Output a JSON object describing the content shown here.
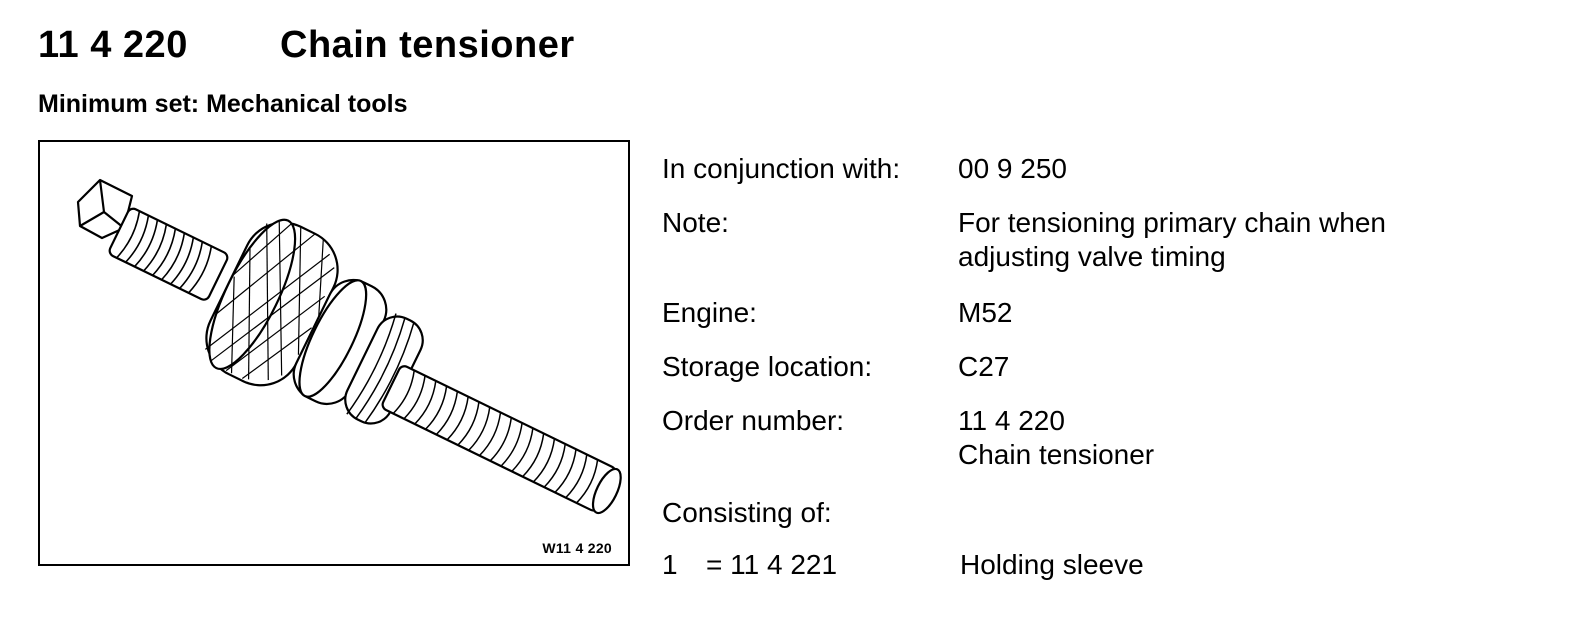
{
  "header": {
    "number": "11 4 220",
    "title": "Chain tensioner"
  },
  "subtitle": "Minimum set: Mechanical tools",
  "figure": {
    "code": "W11 4 220"
  },
  "fields": {
    "conjunction": {
      "label": "In conjunction with:",
      "value": "00 9 250"
    },
    "note": {
      "label": "Note:",
      "value_line1": "For tensioning primary chain when",
      "value_line2": "adjusting valve timing"
    },
    "engine": {
      "label": "Engine:",
      "value": "M52"
    },
    "storage": {
      "label": "Storage location:",
      "value": "C27"
    },
    "order": {
      "label": "Order number:",
      "value_line1": "11 4 220",
      "value_line2": "Chain tensioner"
    },
    "consisting": {
      "label": "Consisting of:"
    },
    "part1": {
      "index": "1",
      "number": "= 11 4 221",
      "description": "Holding sleeve"
    }
  }
}
